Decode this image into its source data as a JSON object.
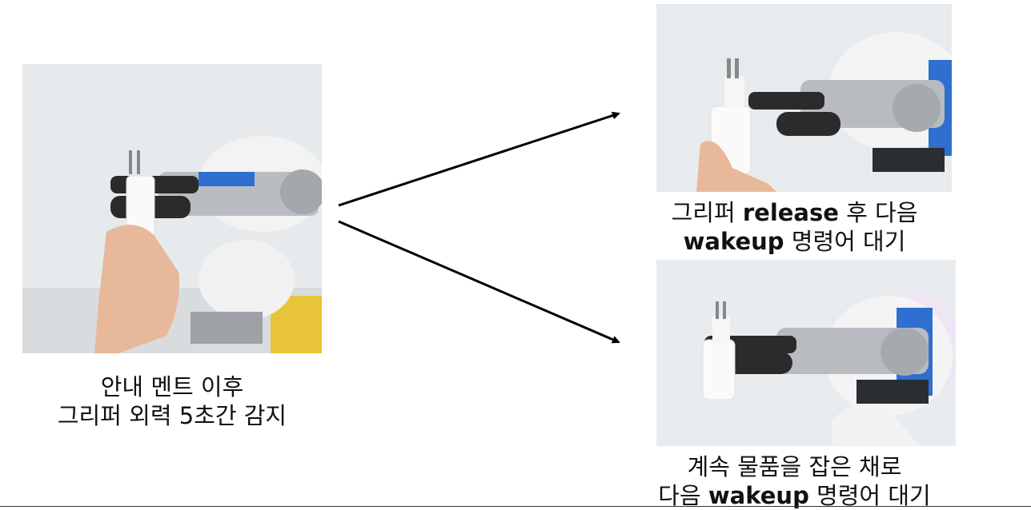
{
  "left_panel": {
    "caption_line1": "안내 멘트 이후",
    "caption_line2": "그리퍼 외력 5초간 감지"
  },
  "top_right_panel": {
    "caption_line1_pre": "그리퍼 ",
    "caption_line1_bold": "release",
    "caption_line1_post": " 후 다음",
    "caption_line2_bold": "wakeup",
    "caption_line2_post": " 명령어 대기"
  },
  "bottom_right_panel": {
    "caption_line1": "계속 물품을 잡은 채로",
    "caption_line2_pre": "다음 ",
    "caption_line2_bold": "wakeup",
    "caption_line2_post": " 명령어 대기"
  },
  "colors": {
    "wall": "#e9ecee",
    "robot_white": "#f4f4f4",
    "gripper_dark": "#2b2b2b",
    "metal": "#b8bcc0",
    "accent_blue": "#2f6fd0",
    "arrow": "#000000"
  }
}
